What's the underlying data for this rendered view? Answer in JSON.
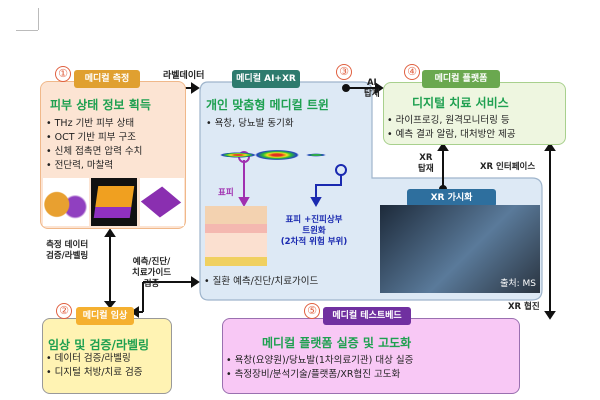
{
  "boxes": {
    "measure": {
      "num": "①",
      "tag": "메디컬 측정",
      "title": "피부 상태 정보 획득",
      "items": [
        "THz 기반 피부 상태",
        "OCT 기반 피부 구조",
        "신체 접촉면 압력 수치",
        "전단력, 마찰력"
      ]
    },
    "clinical": {
      "num": "②",
      "tag": "메디컬 임상",
      "title": "임상 및 검증/라벨링",
      "items": [
        "데이터 검증/라벨링",
        "디지털 처방/치료 검증"
      ]
    },
    "ai_xr": {
      "num": "③",
      "tag": "메디컬 AI+XR",
      "title": "개인 맞춤형 메디컬 트윈",
      "items": [
        "욕창, 당뇨발 동기화"
      ],
      "bottom_item": "질환 예측/진단/치료가이드",
      "epidermis": "표피",
      "dermis_label": "표피 +진피상부\n트윈화\n(2차적 위험 부위)",
      "xr_tag": "XR 가시화",
      "photo_credit": "출처: MS"
    },
    "platform": {
      "num": "④",
      "tag": "메디컬 플랫폼",
      "title": "디지털 치료 서비스",
      "items": [
        "라이프로깅, 원격모니터링 등",
        "예측 결과 알람, 대처방안 제공"
      ]
    },
    "testbed": {
      "num": "⑤",
      "tag": "메디컬 테스트베드",
      "title": "메디컬 플랫폼 실증 및 고도화",
      "items": [
        "욕창(요양원)/당뇨발(1차의료기관) 대상 실증",
        "측정장비/분석기술/플랫폼/XR협진 고도화"
      ]
    }
  },
  "arrows": {
    "label_data": "라벨데이터",
    "ai_mount": "AI\n탑재",
    "xr_mount": "XR\n탑재",
    "xr_interface": "XR 인터페이스",
    "measure_verify": "측정 데이터\n검증/라벨링",
    "predict_verify": "예측/진단/\n치료가이드\n검증",
    "xr_collab": "XR 협진"
  }
}
